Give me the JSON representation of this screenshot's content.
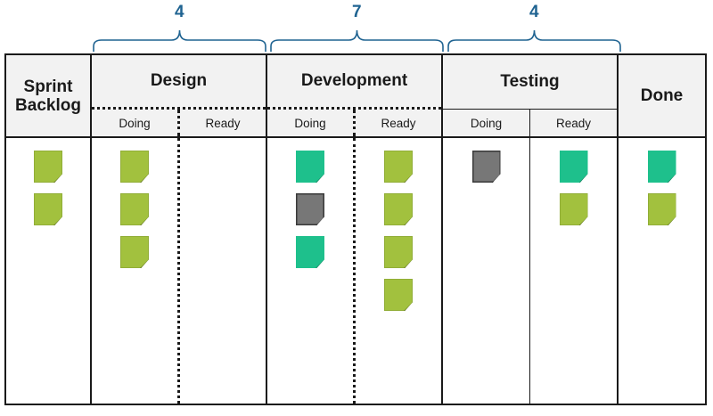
{
  "colors": {
    "brace_blue": "#1f6391",
    "border": "#1a1a1a",
    "header_bg": "#f2f2f2",
    "card_green": "#a2c13e",
    "card_teal": "#1ec08c",
    "card_gray": "#777777",
    "canvas": "#ffffff"
  },
  "wip_limits": [
    {
      "label": "4",
      "column": "Design"
    },
    {
      "label": "7",
      "column": "Development"
    },
    {
      "label": "4",
      "column": "Testing"
    }
  ],
  "board": {
    "columns": [
      {
        "title": "Sprint Backlog",
        "has_subcolumns": false,
        "divider_style": "none",
        "lanes": [
          {
            "label": "",
            "cards": [
              {
                "color": "green"
              },
              {
                "color": "green"
              }
            ]
          }
        ]
      },
      {
        "title": "Design",
        "has_subcolumns": true,
        "divider_style": "dotted",
        "lanes": [
          {
            "label": "Doing",
            "cards": [
              {
                "color": "green"
              },
              {
                "color": "green"
              },
              {
                "color": "green"
              }
            ]
          },
          {
            "label": "Ready",
            "cards": []
          }
        ]
      },
      {
        "title": "Development",
        "has_subcolumns": true,
        "divider_style": "dotted",
        "lanes": [
          {
            "label": "Doing",
            "cards": [
              {
                "color": "teal"
              },
              {
                "color": "gray"
              },
              {
                "color": "teal"
              }
            ]
          },
          {
            "label": "Ready",
            "cards": [
              {
                "color": "green"
              },
              {
                "color": "green"
              },
              {
                "color": "green"
              },
              {
                "color": "green"
              }
            ]
          }
        ]
      },
      {
        "title": "Testing",
        "has_subcolumns": true,
        "divider_style": "solid",
        "lanes": [
          {
            "label": "Doing",
            "cards": [
              {
                "color": "gray"
              }
            ]
          },
          {
            "label": "Ready",
            "cards": [
              {
                "color": "teal"
              },
              {
                "color": "green"
              }
            ]
          }
        ]
      },
      {
        "title": "Done",
        "has_subcolumns": false,
        "divider_style": "none",
        "lanes": [
          {
            "label": "",
            "cards": [
              {
                "color": "teal"
              },
              {
                "color": "green"
              }
            ]
          }
        ]
      }
    ]
  }
}
